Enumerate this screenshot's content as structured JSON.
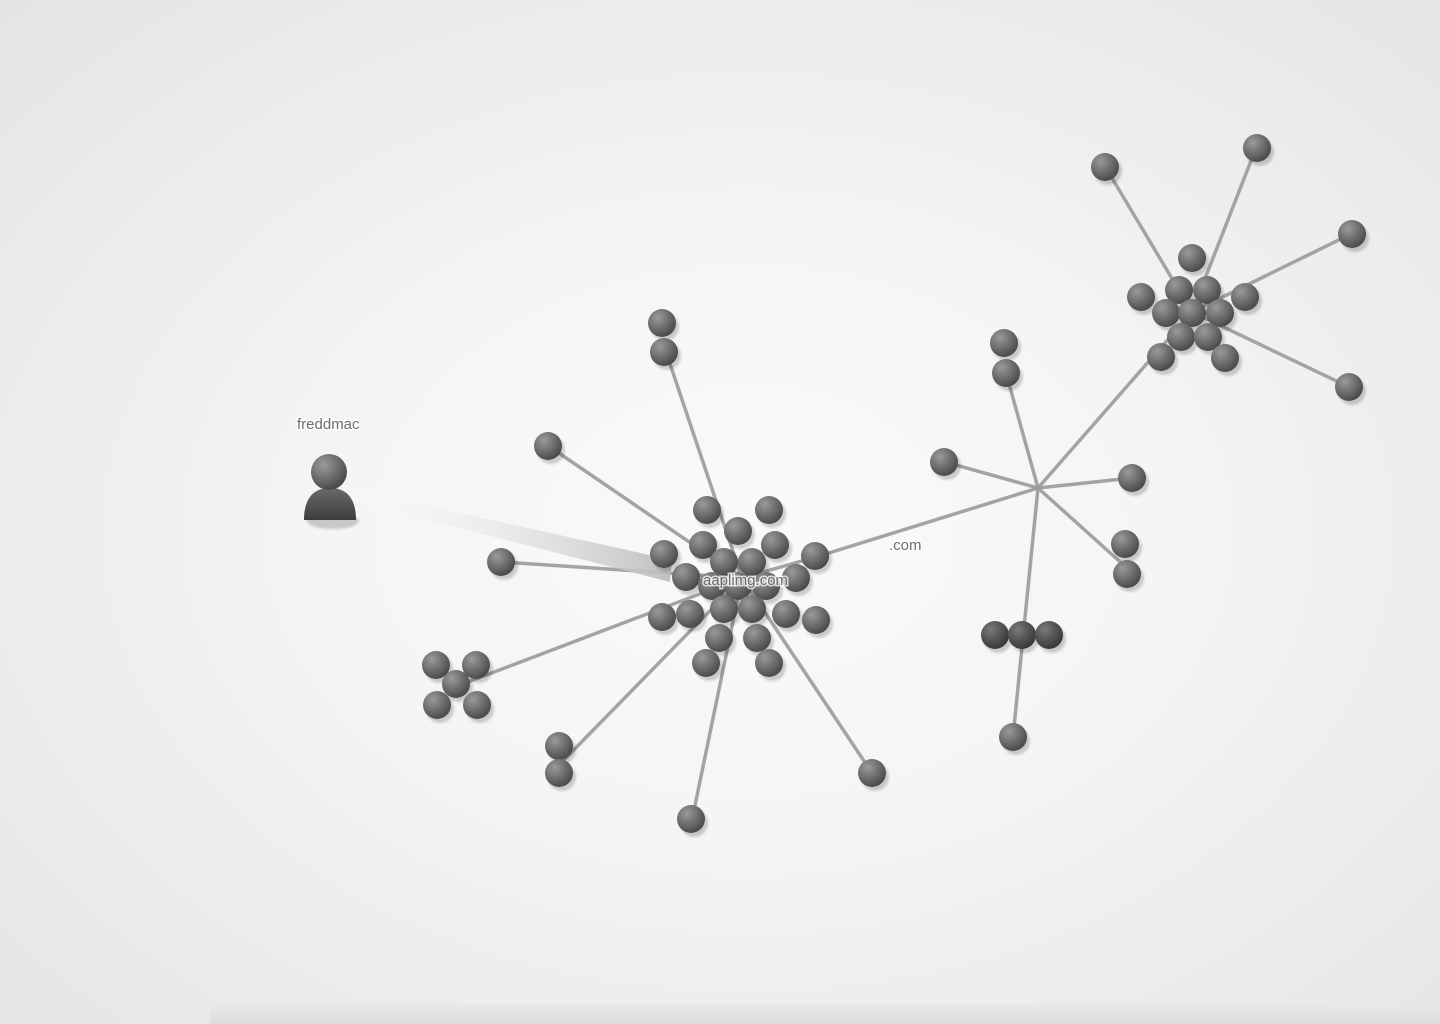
{
  "graph": {
    "user_label": "freddmac",
    "hub_label": "aaplimg.com",
    "secondary_hub_label": ".com",
    "colors": {
      "node": "#6f6f6f",
      "node_dark": "#4f4f4f",
      "edge": "#9b9b9b",
      "label": "#6e6e6e"
    },
    "icons": {
      "user": "person-icon",
      "node": "sphere-icon"
    }
  }
}
